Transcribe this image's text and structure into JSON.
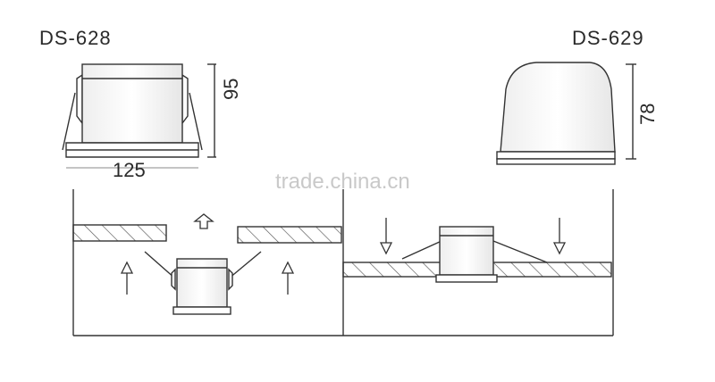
{
  "labels": {
    "left_model": "DS-628",
    "right_model": "DS-629"
  },
  "dimensions": {
    "left_height": "95",
    "left_width": "125",
    "right_height": "78"
  },
  "watermark": "trade.china.cn",
  "colors": {
    "line": "#333333",
    "hatch": "#555555",
    "watermark": "#c9c9c9"
  }
}
